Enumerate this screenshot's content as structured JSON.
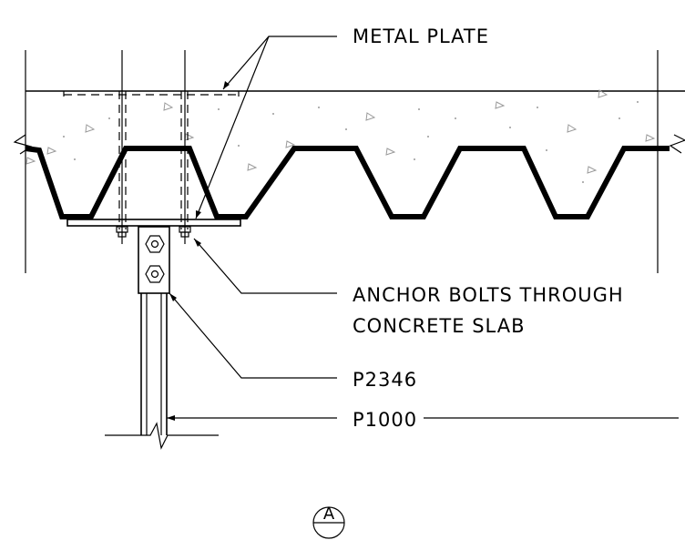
{
  "labels": {
    "metal_plate": "METAL PLATE",
    "anchor_bolts_line1": "ANCHOR BOLTS THROUGH",
    "anchor_bolts_line2": "CONCRETE SLAB",
    "p2346": "P2346",
    "p1000": "P1000"
  },
  "detail_marker": {
    "letter": "A"
  }
}
